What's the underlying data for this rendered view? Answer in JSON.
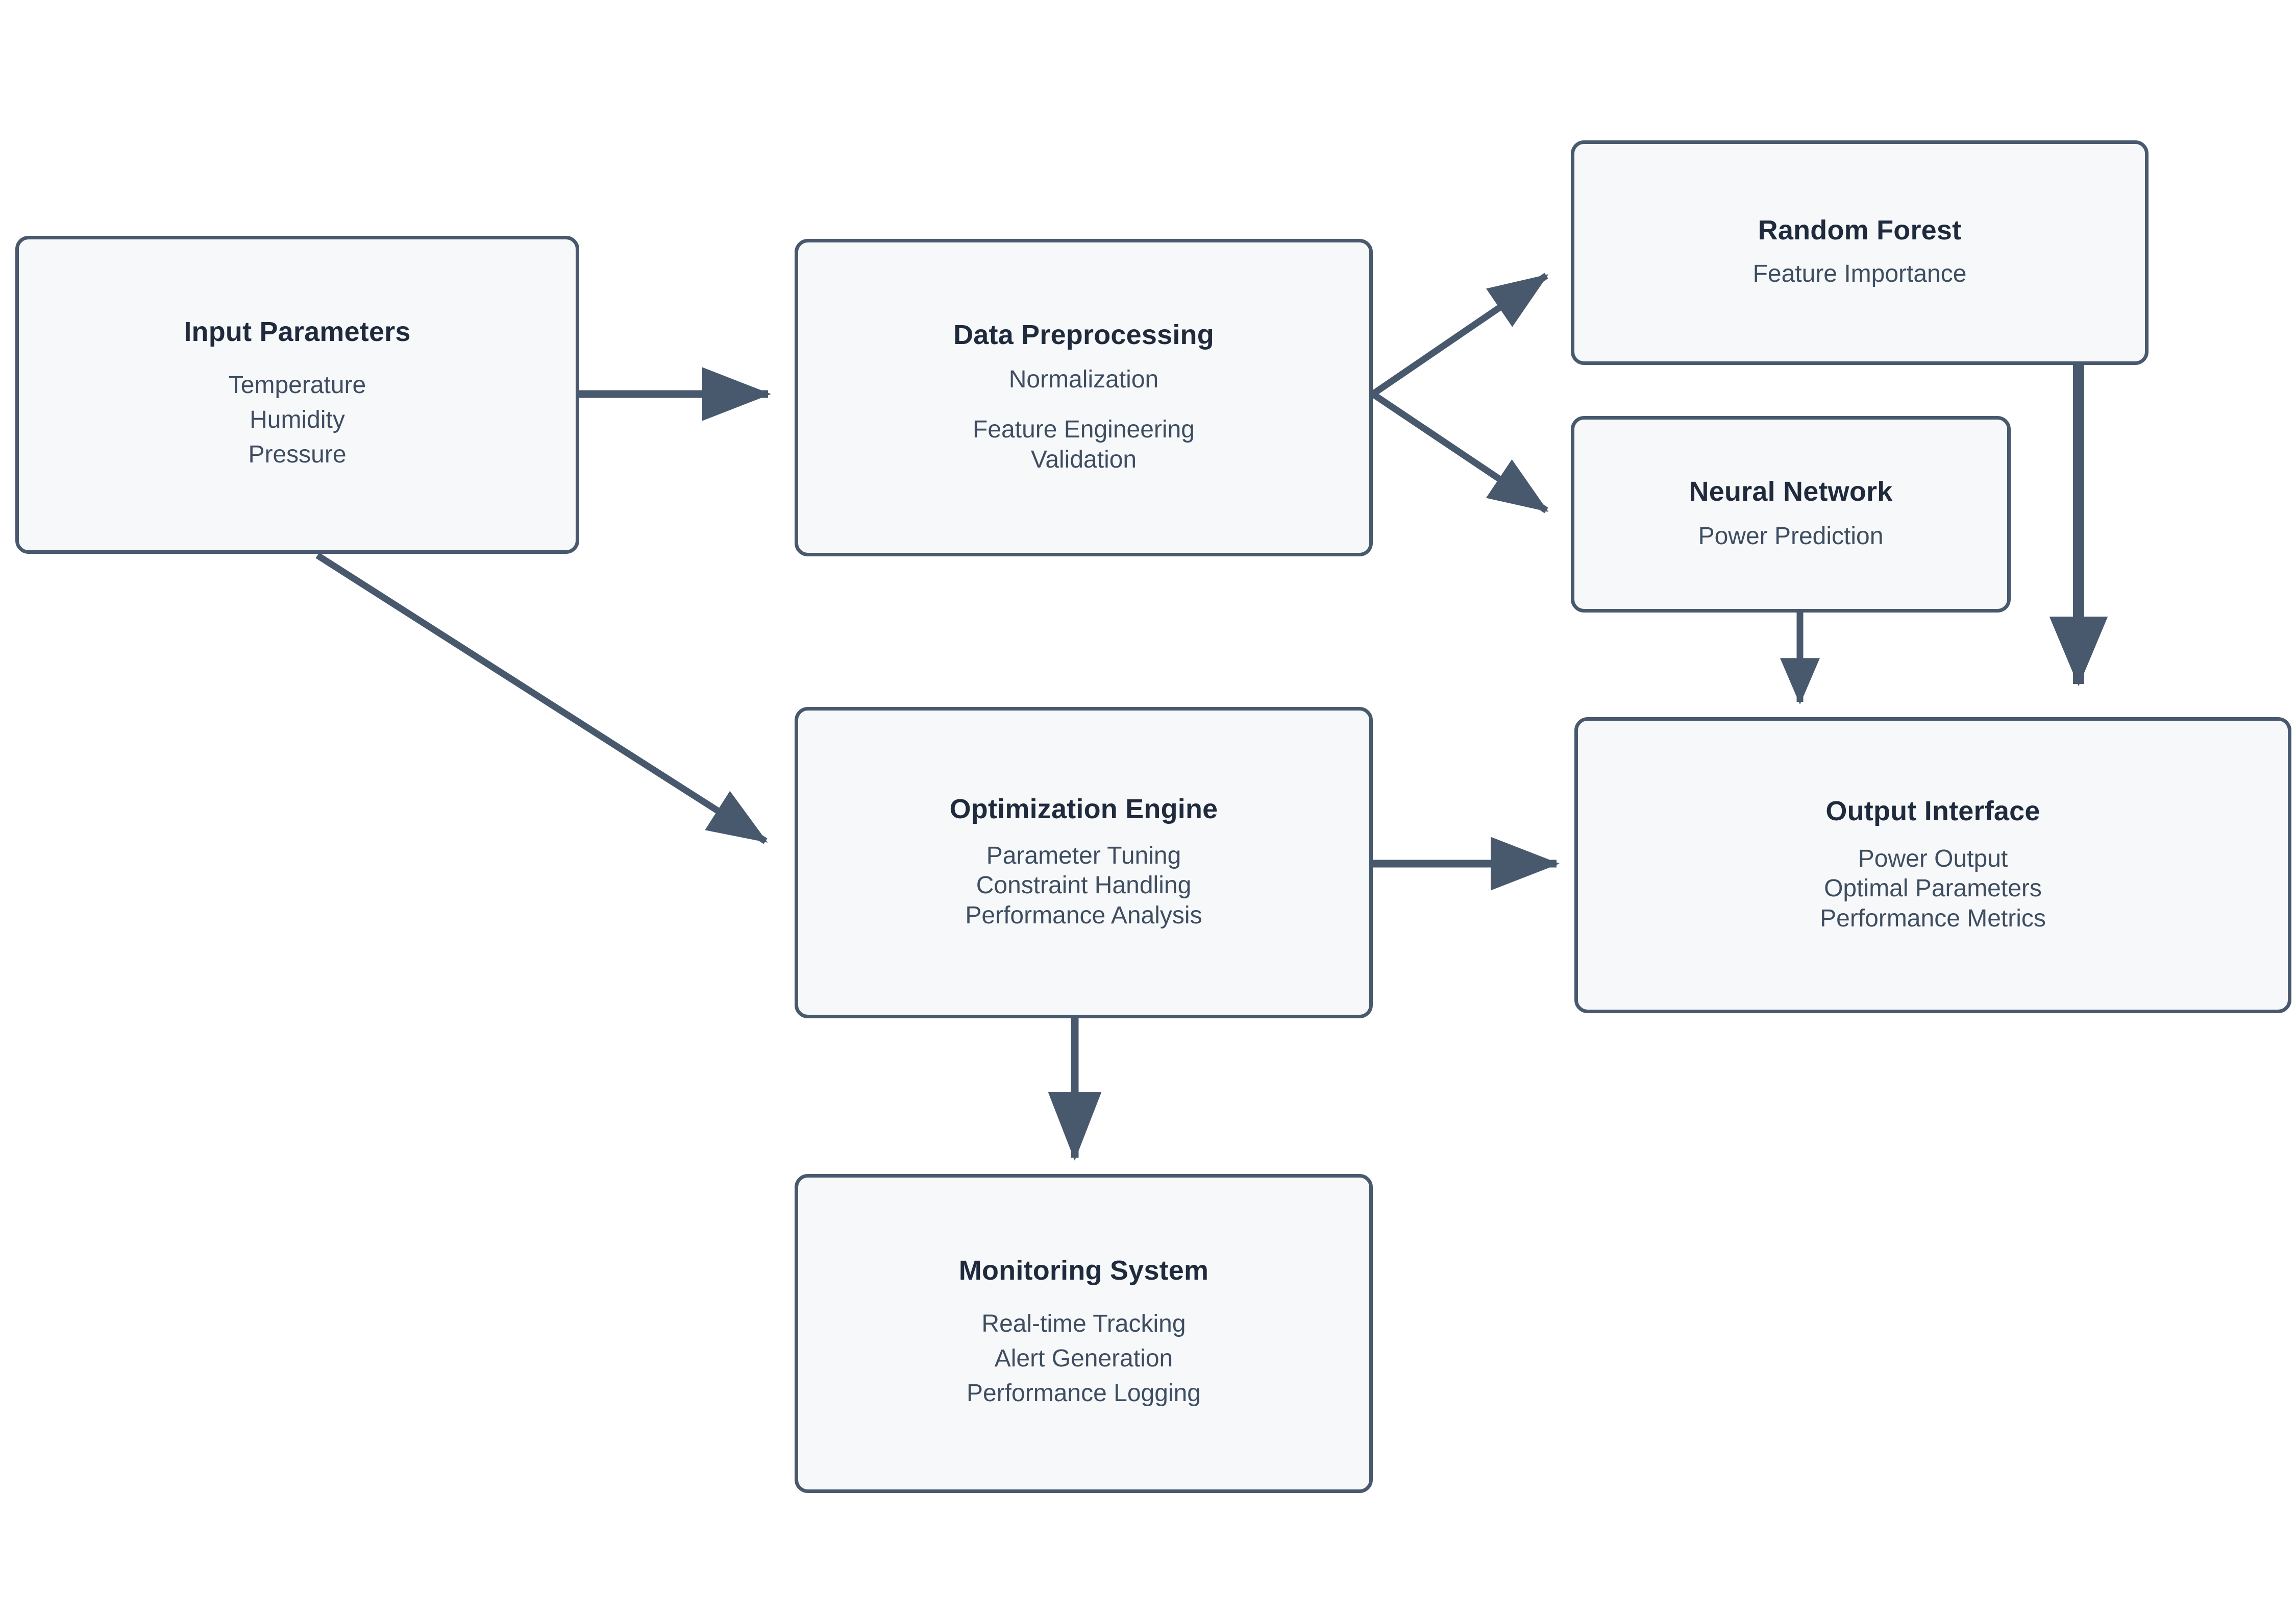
{
  "diagram": {
    "type": "flowchart",
    "title": "",
    "colors": {
      "background": "#ffffff",
      "node_fill": "#f6f8fa",
      "node_border": "#48596e",
      "edge": "#48596e",
      "title_text": "#1f2b3c",
      "body_text": "#3e4d60"
    },
    "nodes": [
      {
        "id": "input-parameters",
        "title": "Input Parameters",
        "lines": [
          "Temperature",
          "Humidity",
          "Pressure"
        ]
      },
      {
        "id": "data-preprocessing",
        "title": "Data Preprocessing",
        "lines": [
          "Normalization",
          "",
          "Feature Engineering",
          "Validation"
        ]
      },
      {
        "id": "random-forest",
        "title": "Random Forest",
        "lines": [
          "Feature Importance"
        ]
      },
      {
        "id": "neural-network",
        "title": "Neural Network",
        "lines": [
          "Power Prediction"
        ]
      },
      {
        "id": "optimization-engine",
        "title": "Optimization Engine",
        "lines": [
          "Parameter Tuning",
          "Constraint Handling",
          "Performance Analysis"
        ]
      },
      {
        "id": "output-interface",
        "title": "Output Interface",
        "lines": [
          "Power Output",
          "Optimal Parameters",
          "Performance Metrics"
        ]
      },
      {
        "id": "monitoring-system",
        "title": "Monitoring System",
        "lines": [
          "Real-time Tracking",
          "Alert Generation",
          "Performance Logging"
        ]
      }
    ],
    "edges": [
      {
        "id": "input-to-preprocessing",
        "from": "input-parameters",
        "to": "data-preprocessing",
        "label": ""
      },
      {
        "id": "input-to-optimization",
        "from": "input-parameters",
        "to": "optimization-engine",
        "label": ""
      },
      {
        "id": "preprocessing-to-random-forest",
        "from": "data-preprocessing",
        "to": "random-forest",
        "label": ""
      },
      {
        "id": "preprocessing-to-neural-network",
        "from": "data-preprocessing",
        "to": "neural-network",
        "label": ""
      },
      {
        "id": "random-forest-to-output",
        "from": "random-forest",
        "to": "output-interface",
        "label": ""
      },
      {
        "id": "neural-network-to-output",
        "from": "neural-network",
        "to": "output-interface",
        "label": ""
      },
      {
        "id": "optimization-to-output",
        "from": "optimization-engine",
        "to": "output-interface",
        "label": ""
      },
      {
        "id": "optimization-to-monitoring",
        "from": "optimization-engine",
        "to": "monitoring-system",
        "label": ""
      }
    ]
  }
}
